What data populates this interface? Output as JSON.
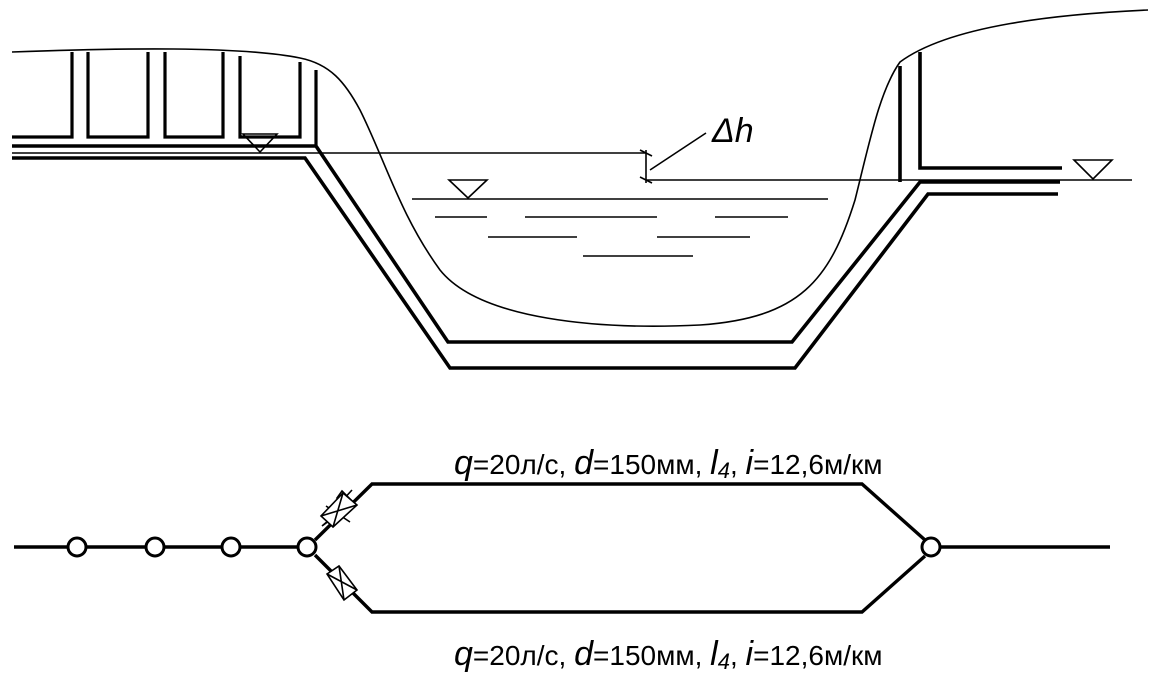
{
  "diagram": {
    "section": {
      "delta_h_label": "Δh"
    },
    "scheme": {
      "top_label": {
        "q_var": "q",
        "q_val": "=20л/с, ",
        "d_var": "d",
        "d_val": "=150мм, ",
        "l_var": "l",
        "l_sub": "4",
        "sep": ", ",
        "i_var": "i",
        "i_val": "=12,6м/км"
      },
      "bottom_label": {
        "q_var": "q",
        "q_val": "=20л/с, ",
        "d_var": "d",
        "d_val": "=150мм, ",
        "l_var": "l",
        "l_sub": "4",
        "sep": ", ",
        "i_var": "i",
        "i_val": "=12,6м/км"
      }
    }
  },
  "colors": {
    "stroke": "#000000",
    "background": "#ffffff"
  }
}
